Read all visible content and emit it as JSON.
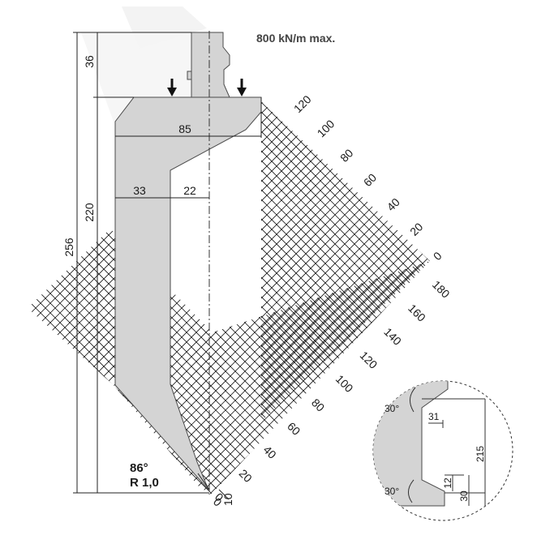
{
  "header": {
    "max_load": "800 kN/m max."
  },
  "colors": {
    "tool_fill": "#d4d4d4",
    "tool_stroke": "#4a4a4a",
    "grid_stroke": "#1a1a1a",
    "shadow": "#efefef",
    "line": "#222222"
  },
  "dimensions": {
    "height_total": "256",
    "height_tool": "220",
    "height_tang": "36",
    "width_shoulder": "85",
    "width_back": "33",
    "width_front": "22"
  },
  "tip": {
    "angle": "86°",
    "radius": "R 1,0"
  },
  "upper_scale": {
    "ticks": [
      "0",
      "20",
      "40",
      "60",
      "80",
      "100",
      "120"
    ]
  },
  "lower_scale": {
    "ticks": [
      "0",
      "20",
      "40",
      "60",
      "80",
      "100",
      "120",
      "140",
      "160",
      "180"
    ]
  },
  "bottom_ticks": {
    "zero": "0",
    "ten": "10"
  },
  "detail": {
    "angle_top": "30°",
    "angle_bottom": "30°",
    "dim_31": "31",
    "dim_215": "215",
    "dim_12": "12",
    "dim_30": "30"
  }
}
